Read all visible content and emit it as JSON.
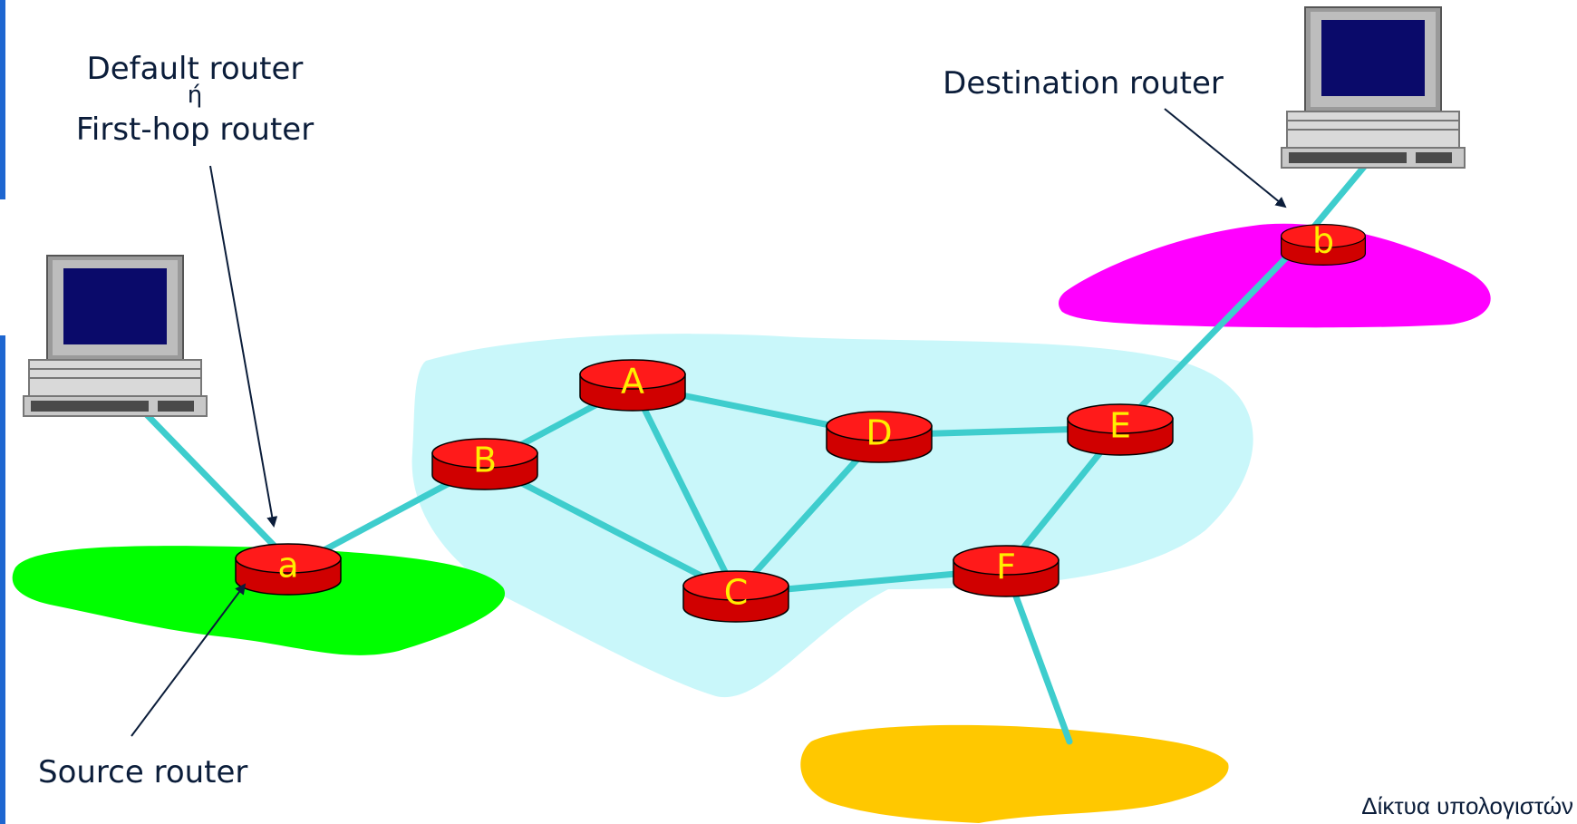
{
  "labels": {
    "default_router_line1": "Default router",
    "default_router_or": "ή",
    "default_router_line2": "First-hop router",
    "destination_router": "Destination router",
    "source_router": "Source router"
  },
  "routers": {
    "a": "a",
    "b": "b",
    "A": "A",
    "B": "B",
    "C": "C",
    "D": "D",
    "E": "E",
    "F": "F"
  },
  "footer": "Δίκτυα υπολογιστών",
  "colors": {
    "link": "#3ecdcd",
    "router": "#ff0000",
    "router_text": "#ffee00",
    "core_network": "#c9f7fa",
    "source_network": "#00ff00",
    "destination_network": "#ff00ff",
    "other_network": "#ffc800",
    "left_accent": "#1e66d0"
  },
  "icons": [
    "computer-icon",
    "router-icon",
    "arrow-icon"
  ]
}
